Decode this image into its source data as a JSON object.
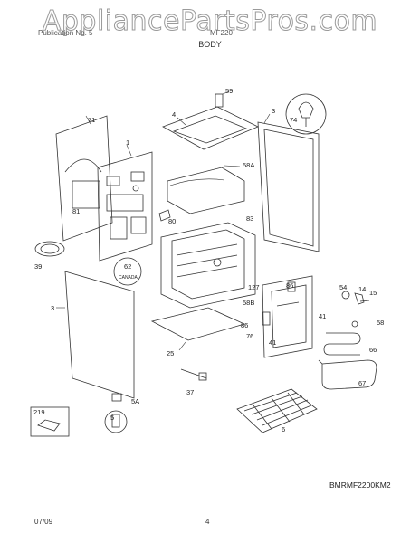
{
  "watermark": "AppliancePartsPros.com",
  "header": {
    "publication": "Publication No. 5",
    "model": "MF220",
    "section_title": "BODY"
  },
  "footer": {
    "date": "07/09",
    "page": "4",
    "model_code": "BMRMF2200KM2"
  },
  "callouts": {
    "c59": "59",
    "c4": "4",
    "c3a": "3",
    "c74": "74",
    "c71": "71",
    "c1": "1",
    "c58a": "58A",
    "c81": "81",
    "c80": "80",
    "c83": "83",
    "c39": "39",
    "c62": "62",
    "c3b": "3",
    "c127": "127",
    "c86a": "86",
    "c58b": "58B",
    "c86b": "86",
    "c76": "76",
    "c54": "54",
    "c14": "14",
    "c15": "15",
    "c41a": "41",
    "c58": "58",
    "c66": "66",
    "c41b": "41",
    "c25": "25",
    "c37": "37",
    "c67": "67",
    "c5a": "5A",
    "c219": "219",
    "c5": "5",
    "c6": "6",
    "ref62": "CANADA"
  }
}
